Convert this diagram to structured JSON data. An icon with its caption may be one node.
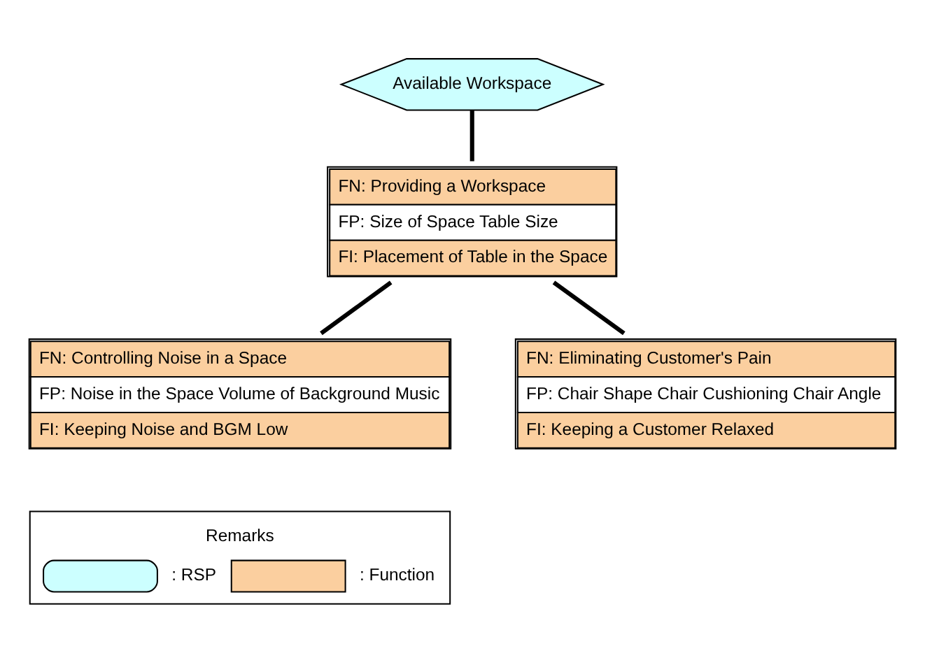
{
  "diagram": {
    "nodes": [
      {
        "text": [
          "Available Workspace"
        ]
      },
      {
        "text": [
          "FN: Providing a Workspace",
          "FP: Size of Space Table Size",
          "FI: Placement of Table in the Space"
        ]
      },
      {
        "text": [
          "FN: Controlling Noise in a Space",
          "FP: Noise in the Space Volume of Background Music",
          "FI: Keeping Noise and BGM Low"
        ]
      },
      {
        "text": [
          "FN: Eliminating Customer's Pain",
          "FP: Chair Shape Chair Cushioning Chair Angle",
          "FI: Keeping a Customer Relaxed"
        ]
      }
    ],
    "edges": [
      {
        "from": 0,
        "to": 1,
        "arrow": "none"
      },
      {
        "from": 1,
        "to": 2,
        "arrow": "none"
      },
      {
        "from": 1,
        "to": 3,
        "arrow": "none"
      }
    ],
    "labels": [
      "Remarks"
    ],
    "legend": [
      {
        "text": ": RSP"
      },
      {
        "text": ": Function",
        "color": "#fbcf9f"
      }
    ]
  }
}
